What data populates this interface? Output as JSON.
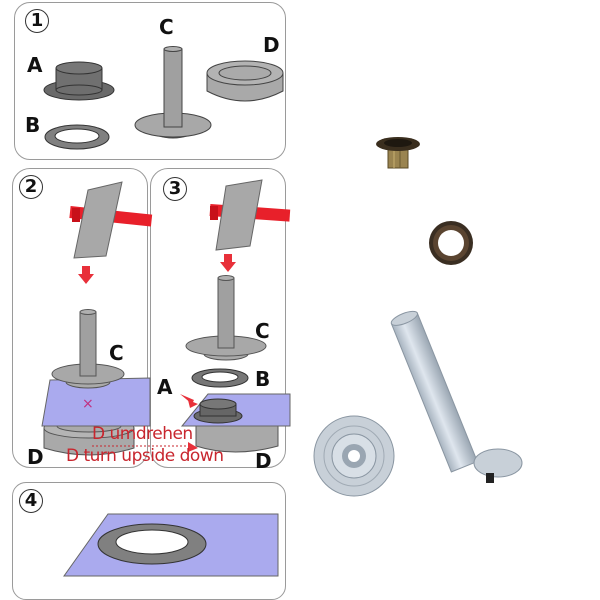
{
  "instructions": {
    "steps": [
      {
        "number": "1",
        "labels": {
          "a": "A",
          "b": "B",
          "c": "C",
          "d": "D"
        }
      },
      {
        "number": "2",
        "labels": {
          "c": "C",
          "d": "D"
        }
      },
      {
        "number": "3",
        "labels": {
          "a": "A",
          "b": "B",
          "c": "C",
          "d": "D"
        }
      },
      {
        "number": "4"
      }
    ],
    "note_de": "D umdrehen",
    "note_en": "D turn upside down"
  },
  "product_photo": {
    "parts": [
      "eyelet-side",
      "washer-top",
      "setting-tool",
      "anvil"
    ]
  },
  "colors": {
    "hammer_handle": "#e8202a",
    "fabric": "#aaaaee",
    "part_gray": "#9a9a9a",
    "eyelet_bronze": "#4a3a24",
    "metal": "#c8d0d8",
    "text_red": "#c8262e"
  }
}
